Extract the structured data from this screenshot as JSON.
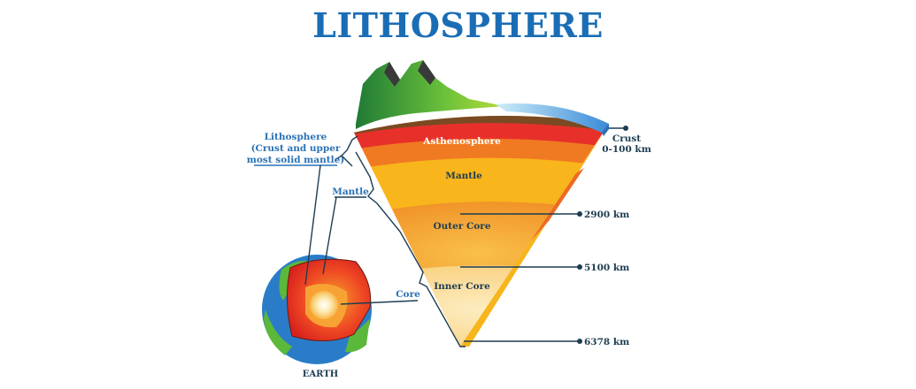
{
  "title": "LITHOSPHERE",
  "labels": {
    "lithosphere_line1": "Lithosphere",
    "lithosphere_line2": "(Crust and upper",
    "lithosphere_line3": "most solid mantle)",
    "mantle_side": "Mantle",
    "core_side": "Core",
    "earth": "EARTH",
    "asthenosphere": "Asthenosphere",
    "mantle": "Mantle",
    "outer_core": "Outer Core",
    "inner_core": "Inner Core",
    "crust_line1": "Crust",
    "crust_line2": "0-100 km",
    "depth_2900": "2900 km",
    "depth_5100": "5100 km",
    "depth_6378": "6378 km"
  },
  "colors": {
    "title": "#1a6db5",
    "label_dark": "#1d3d52",
    "label_blue": "#2a72b5",
    "ocean": "#3a8fd6",
    "land": "#4caf3a",
    "crust_dark": "#3b2a20",
    "crust_brown": "#7a4a22",
    "asthenosphere": "#e8302a",
    "mantle_upper": "#f07a22",
    "mantle": "#f9b51c",
    "outer_core": "#f39a2a",
    "inner_core": "#fbd98a"
  }
}
